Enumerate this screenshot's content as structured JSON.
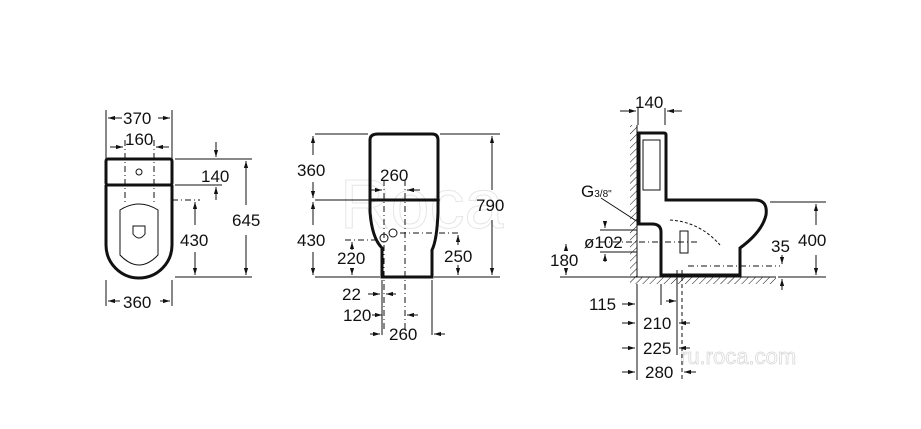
{
  "top_view": {
    "width_total": "370",
    "fixing_spacing": "160",
    "tank_depth": "140",
    "fixing_to_front": "430",
    "overall_depth": "645",
    "bowl_width": "360"
  },
  "front_view": {
    "tank_height": "360",
    "inlet_spacing": "260",
    "overall_height": "790",
    "bowl_height": "430",
    "inlet_height_left": "220",
    "inlet_height_right": "250",
    "offset_22": "22",
    "offset_120": "120",
    "base_width": "260"
  },
  "side_view": {
    "tank_depth": "140",
    "inlet_thread_main": "G",
    "inlet_thread_fraction": "3/8\"",
    "outlet_diameter": "ø102",
    "outlet_height": "180",
    "floor_offset": "35",
    "seat_height": "400",
    "wall_115": "115",
    "wall_210": "210",
    "wall_225": "225",
    "wall_280": "280"
  },
  "watermark": {
    "brand": "Roca",
    "url": "ru.roca.com"
  }
}
